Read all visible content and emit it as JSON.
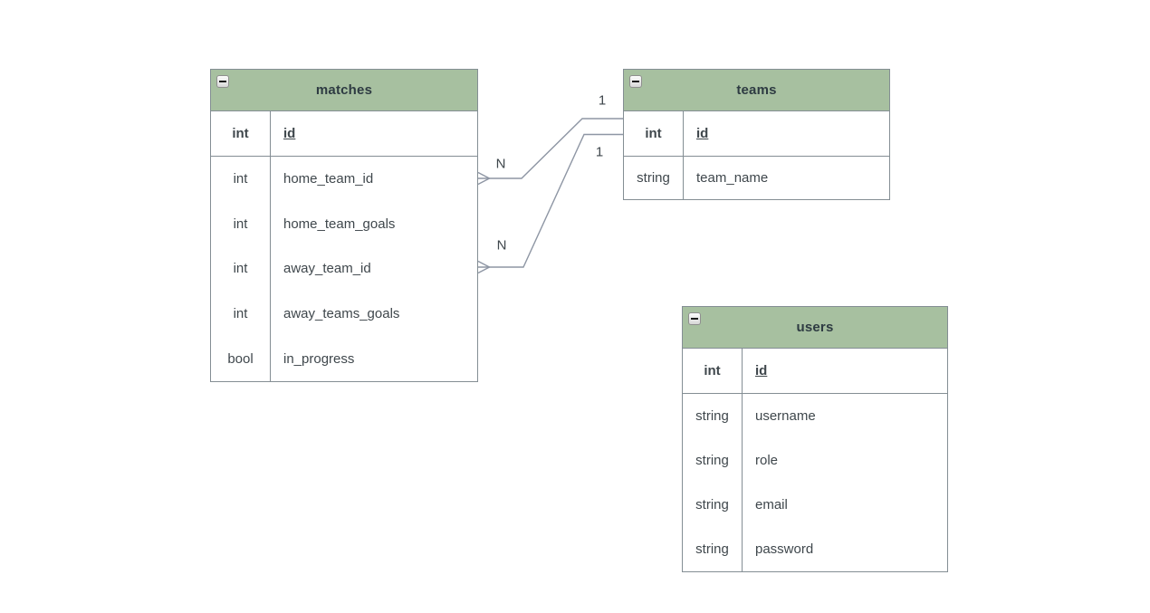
{
  "diagram": {
    "tables": {
      "matches": {
        "title": "matches",
        "collapse_icon": "minus-box",
        "rows": [
          {
            "type": "int",
            "name": "id"
          },
          {
            "type": "int",
            "name": "home_team_id"
          },
          {
            "type": "int",
            "name": "home_team_goals"
          },
          {
            "type": "int",
            "name": "away_team_id"
          },
          {
            "type": "int",
            "name": "away_teams_goals"
          },
          {
            "type": "bool",
            "name": "in_progress"
          }
        ]
      },
      "teams": {
        "title": "teams",
        "collapse_icon": "minus-box",
        "rows": [
          {
            "type": "int",
            "name": "id"
          },
          {
            "type": "string",
            "name": "team_name"
          }
        ]
      },
      "users": {
        "title": "users",
        "collapse_icon": "minus-box",
        "rows": [
          {
            "type": "int",
            "name": "id"
          },
          {
            "type": "string",
            "name": "username"
          },
          {
            "type": "string",
            "name": "role"
          },
          {
            "type": "string",
            "name": "email"
          },
          {
            "type": "string",
            "name": "password"
          }
        ]
      }
    },
    "relationships": [
      {
        "from": "matches.home_team_id",
        "to": "teams.id",
        "from_label": "N",
        "to_label": "1"
      },
      {
        "from": "matches.away_team_id",
        "to": "teams.id",
        "from_label": "N",
        "to_label": "1"
      }
    ],
    "colors": {
      "header_bg": "#a7c0a0",
      "border": "#848e94",
      "line": "#8e96a4",
      "text": "#3f474c",
      "title_text": "#2e3b42"
    }
  }
}
